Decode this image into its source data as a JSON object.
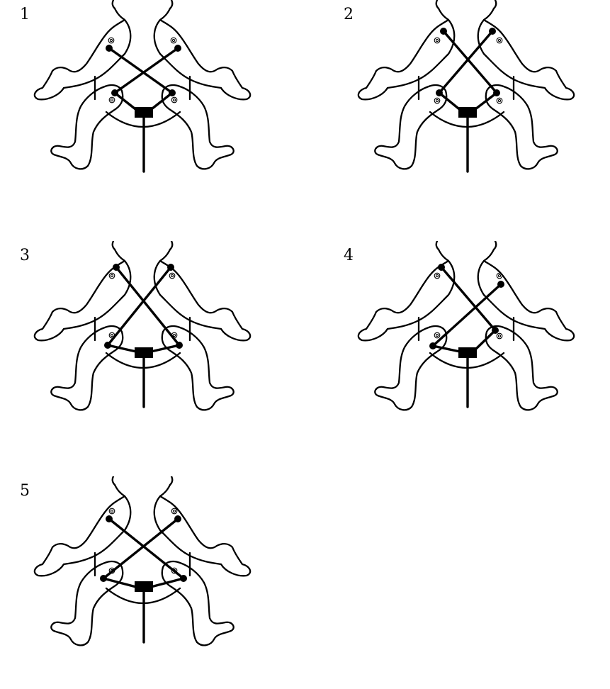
{
  "panels": [
    {
      "id": 1,
      "label": "1"
    },
    {
      "id": 2,
      "label": "2"
    },
    {
      "id": 3,
      "label": "3"
    },
    {
      "id": 4,
      "label": "4"
    },
    {
      "id": 5,
      "label": "5"
    }
  ]
}
